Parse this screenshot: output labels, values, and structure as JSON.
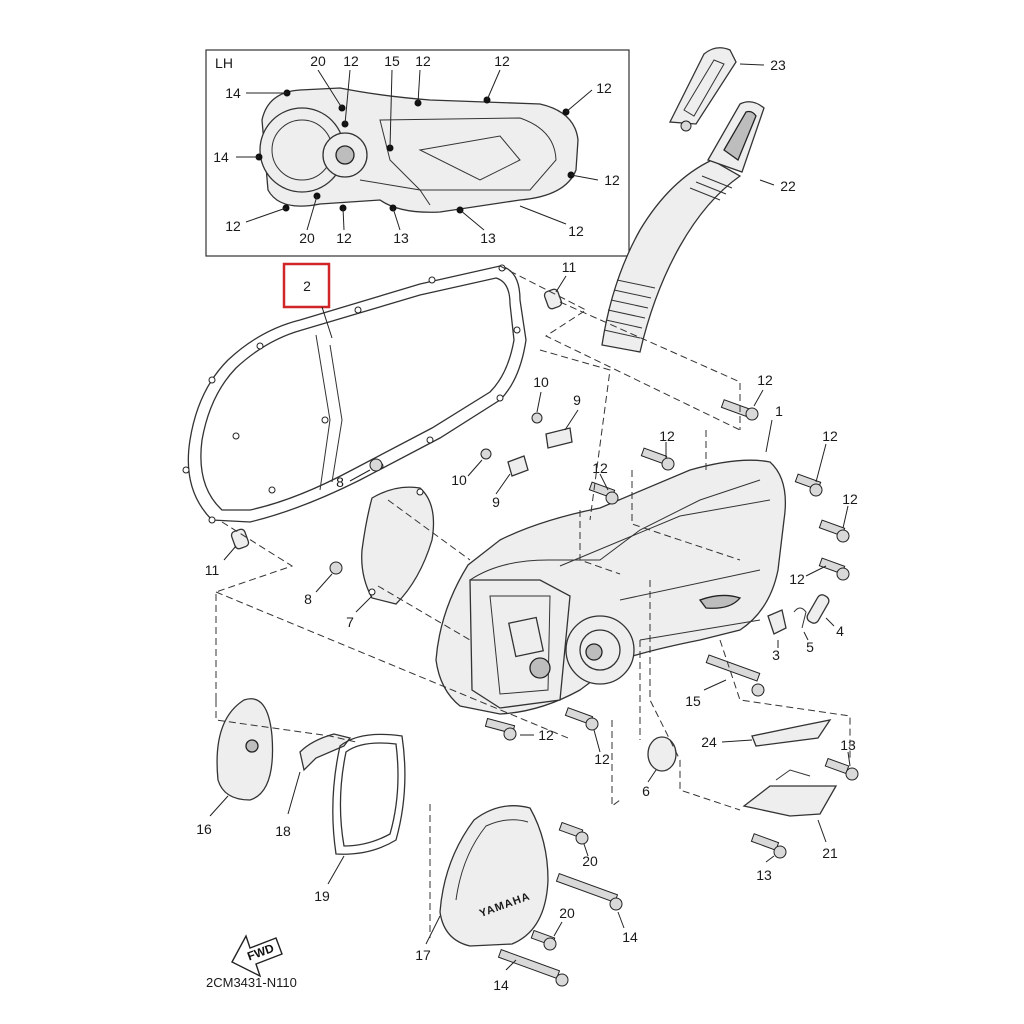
{
  "diagram": {
    "inset_title": "LH",
    "diagram_code": "2CM3431-N110",
    "fwd_label": "FWD",
    "brand_mark": "YAMAHA",
    "highlight_color": "#d0262a",
    "callouts": {
      "inset_20a": "20",
      "inset_12a": "12",
      "inset_15": "15",
      "inset_12b": "12",
      "inset_12c": "12",
      "inset_12d": "12",
      "inset_14a": "14",
      "inset_14b": "14",
      "inset_12e": "12",
      "inset_12f": "12",
      "inset_20b": "20",
      "inset_12g": "12",
      "inset_13a": "13",
      "inset_13b": "13",
      "inset_12h": "12",
      "p2": "2",
      "p11_top": "11",
      "p11_bot": "11",
      "p23": "23",
      "p22": "22",
      "p10_top": "10",
      "p9_top": "9",
      "p10_mid": "10",
      "p9_mid": "9",
      "p8_top": "8",
      "p8_bot": "8",
      "p7": "7",
      "p12_a": "12",
      "p1": "1",
      "p12_b": "12",
      "p12_c": "12",
      "p12_d": "12",
      "p12_e": "12",
      "p12_f": "12",
      "p4": "4",
      "p3": "3",
      "p5": "5",
      "p15": "15",
      "p12_g": "12",
      "p12_h": "12",
      "p6": "6",
      "p24": "24",
      "p13_a": "13",
      "p21": "21",
      "p13_b": "13",
      "p16": "16",
      "p18": "18",
      "p19": "19",
      "p20_a": "20",
      "p20_b": "20",
      "p14_a": "14",
      "p14_b": "14",
      "p17": "17"
    }
  }
}
